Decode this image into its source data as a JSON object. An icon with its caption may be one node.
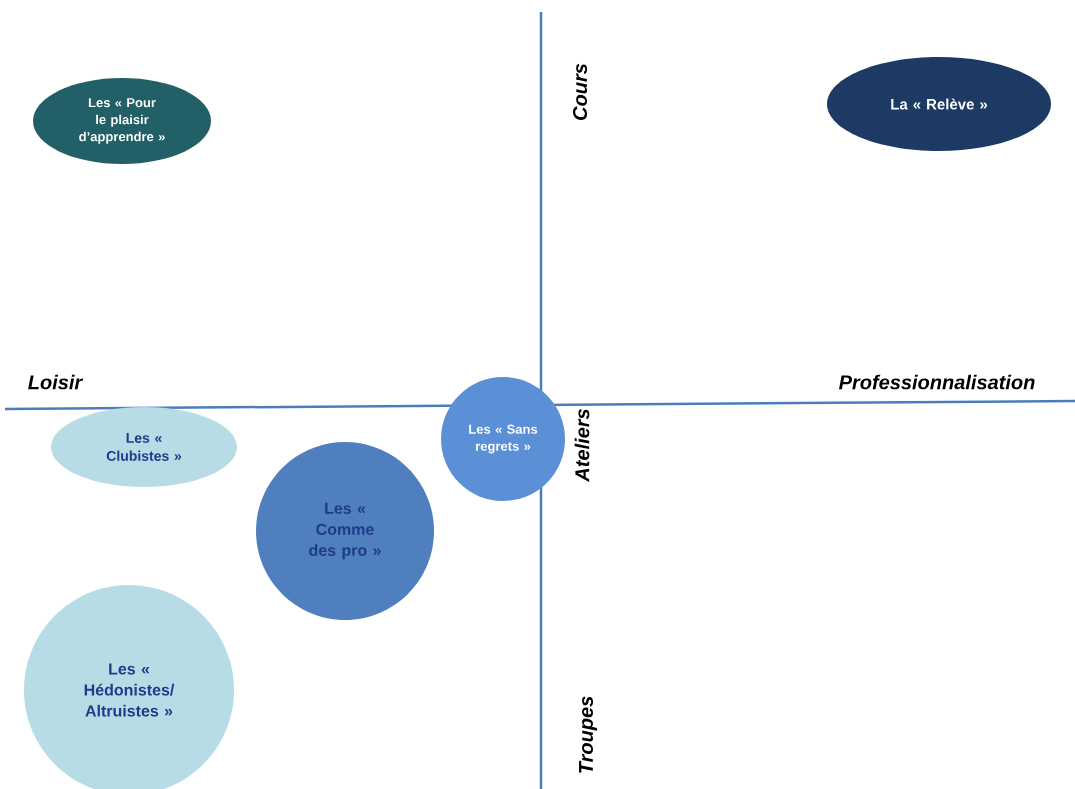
{
  "diagram": {
    "nodes": [
      {
        "text": [
          "Les « Pour le plaisir d’apprendre »"
        ]
      },
      {
        "text": [
          "La « Relève »"
        ]
      },
      {
        "text": [
          "Les « Clubistes »"
        ]
      },
      {
        "text": [
          "Les « Sans regrets »"
        ]
      },
      {
        "text": [
          "Les « Comme des pro »"
        ]
      },
      {
        "text": [
          "Les « Hédonistes/ Altruistes »"
        ]
      }
    ],
    "labels": [
      "Cours",
      "Loisir",
      "Professionnalisation",
      "Ateliers",
      "Troupes"
    ]
  }
}
